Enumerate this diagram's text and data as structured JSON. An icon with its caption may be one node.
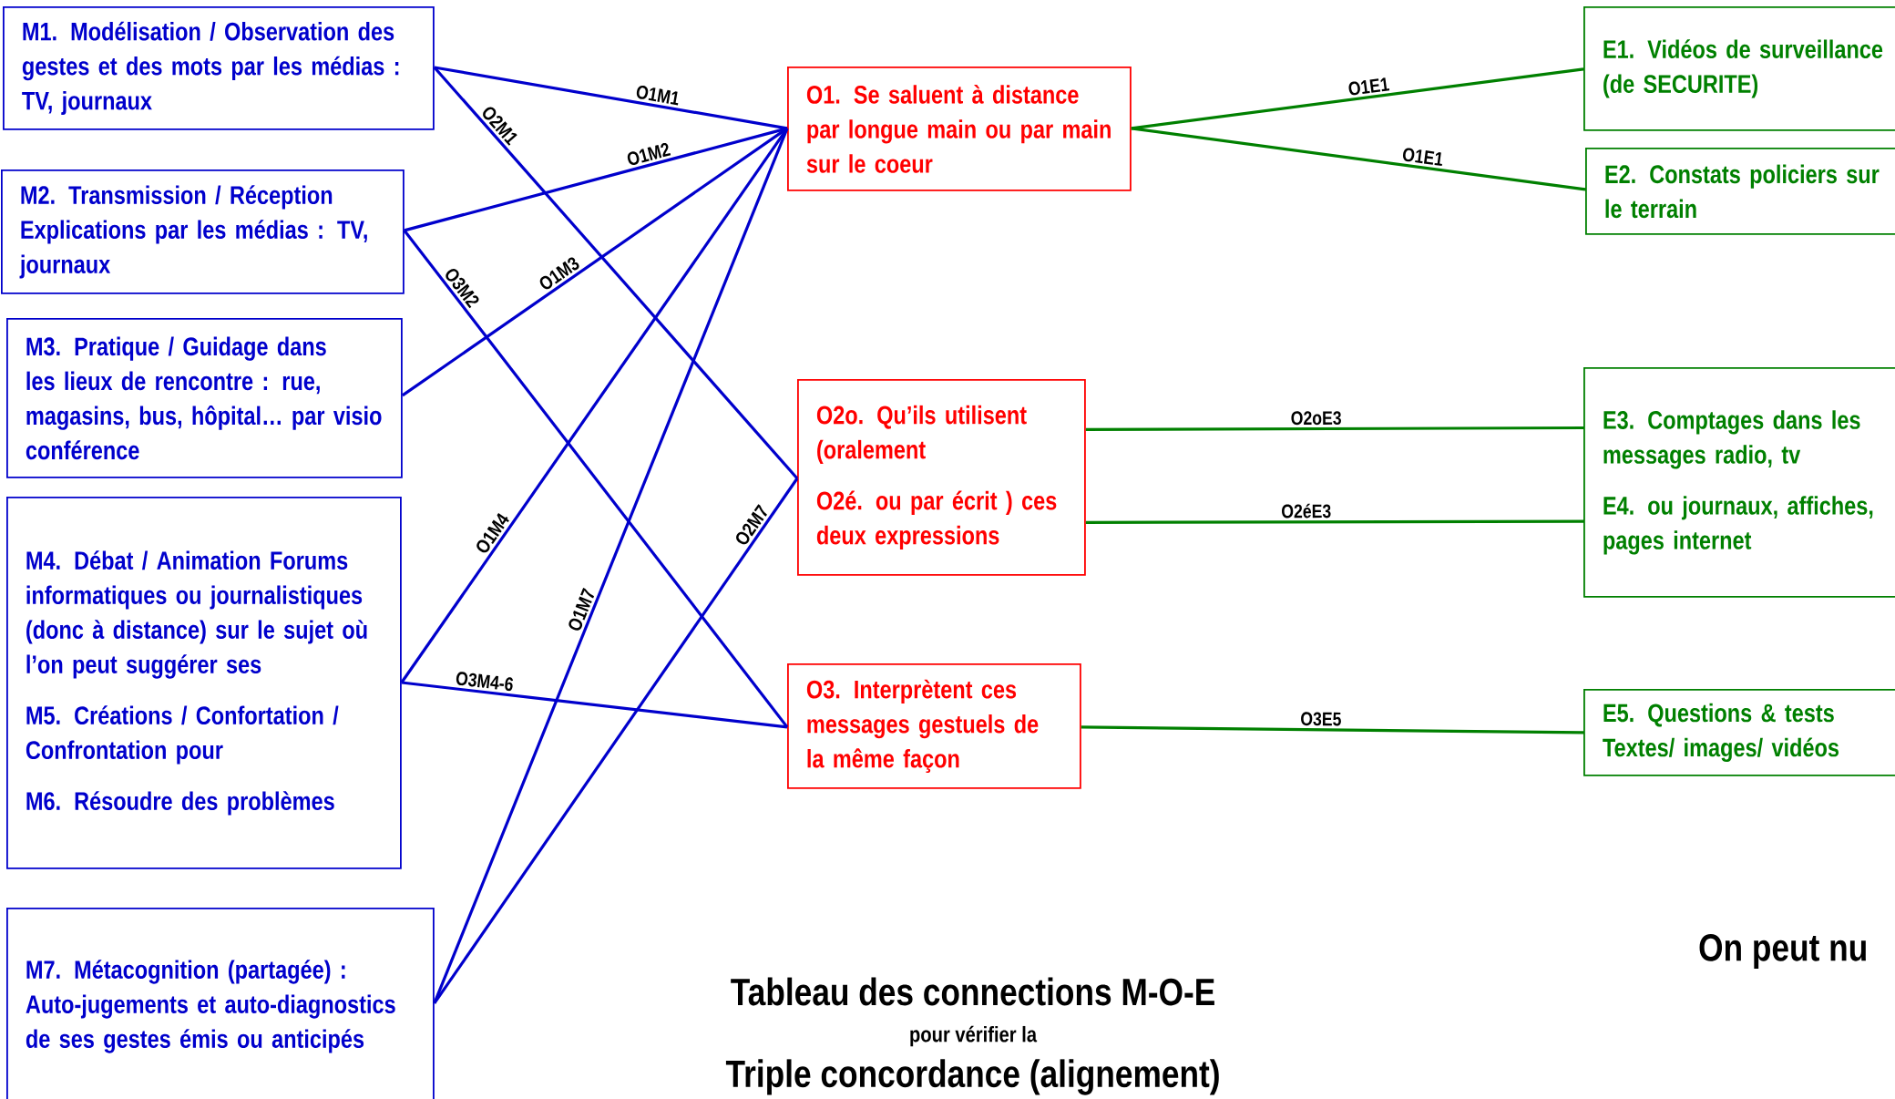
{
  "diagram": {
    "title": "Tableau des connections M-O-E",
    "nodes": [
      {
        "text": [
          "M1. Modélisation / Observation des gestes et des mots par les médias : TV, journaux"
        ]
      },
      {
        "text": [
          "M2. Transmission / Réception Explications par les médias : TV, journaux"
        ]
      },
      {
        "text": [
          "M3. Pratique / Guidage dans les lieux de rencontre : rue, magasins, bus, hôpital… par visio conférence"
        ]
      },
      {
        "text": [
          "M4. Débat / Animation Forums informatiques ou journalistiques (donc à distance) sur le sujet où l’on peut suggérer ses",
          "M5. Créations / Confortation / Confrontation pour",
          "M6. Résoudre des problèmes"
        ]
      },
      {
        "text": [
          "M7. Métacognition (partagée) : Auto-jugements et auto-diagnostics de ses gestes émis ou anticipés"
        ]
      },
      {
        "text": [
          "O1. Se saluent à distance par longue main ou par main sur le coeur"
        ]
      },
      {
        "text": [
          "O2o. Qu’ils utilisent (oralement",
          "O2é. ou par écrit ) ces deux expressions"
        ]
      },
      {
        "text": [
          "O3. Interprètent ces messages gestuels de la même façon"
        ]
      },
      {
        "text": [
          "E1. Vidéos de surveillance (de SECURITE)"
        ]
      },
      {
        "text": [
          "E2. Constats policiers sur le terrain"
        ]
      },
      {
        "text": [
          "E3. Comptages dans les messages radio, tv",
          "E4. ou journaux, affiches, pages internet"
        ]
      },
      {
        "text": [
          "E5. Questions & tests Textes/ images/ vidéos"
        ]
      }
    ],
    "edges": [
      {
        "from": 0,
        "to": 5,
        "arrow": "none",
        "label": "O1M1"
      },
      {
        "from": 0,
        "to": 6,
        "arrow": "none",
        "label": "O2M1"
      },
      {
        "from": 1,
        "to": 5,
        "arrow": "none",
        "label": "O1M2"
      },
      {
        "from": 1,
        "to": 7,
        "arrow": "none",
        "label": "O3M2"
      },
      {
        "from": 2,
        "to": 5,
        "arrow": "none",
        "label": "O1M3"
      },
      {
        "from": 3,
        "to": 5,
        "arrow": "none",
        "label": "O1M4"
      },
      {
        "from": 3,
        "to": 7,
        "arrow": "none",
        "label": "O3M4-6"
      },
      {
        "from": 4,
        "to": 5,
        "arrow": "none",
        "label": "O1M7"
      },
      {
        "from": 4,
        "to": 6,
        "arrow": "none",
        "label": "O2M7"
      },
      {
        "from": 5,
        "to": 8,
        "arrow": "none",
        "label": "O1E1",
        "color": "#008000"
      },
      {
        "from": 5,
        "to": 9,
        "arrow": "none",
        "label": "O1E1",
        "color": "#008000"
      },
      {
        "from": 6,
        "to": 10,
        "arrow": "none",
        "label": "O2oE3",
        "color": "#008000"
      },
      {
        "from": 6,
        "to": 10,
        "arrow": "none",
        "label": "O2éE3",
        "color": "#008000"
      },
      {
        "from": 7,
        "to": 11,
        "arrow": "none",
        "label": "O3E5",
        "color": "#008000"
      }
    ],
    "labels": [
      "pour vérifier la",
      "Triple concordance (alignement)",
      "On peut nu"
    ]
  }
}
